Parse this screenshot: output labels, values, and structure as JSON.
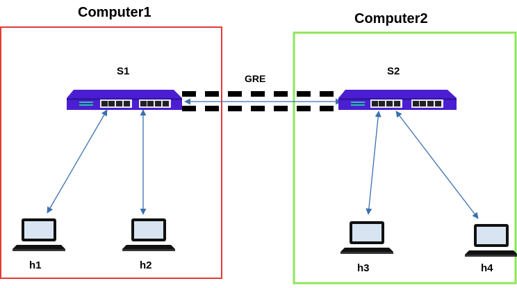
{
  "groups": [
    {
      "id": "computer1",
      "title": "Computer1",
      "border_color": "#e53935"
    },
    {
      "id": "computer2",
      "title": "Computer2",
      "border_color": "#8ee65a"
    }
  ],
  "switches": [
    {
      "id": "s1",
      "label": "S1",
      "color": "#4b1fd1"
    },
    {
      "id": "s2",
      "label": "S2",
      "color": "#4b1fd1"
    }
  ],
  "tunnel": {
    "label": "GRE",
    "from": "s1",
    "to": "s2"
  },
  "hosts": [
    {
      "id": "h1",
      "label": "h1",
      "switch": "s1"
    },
    {
      "id": "h2",
      "label": "h2",
      "switch": "s1"
    },
    {
      "id": "h3",
      "label": "h3",
      "switch": "s2"
    },
    {
      "id": "h4",
      "label": "h4",
      "switch": "s2"
    }
  ],
  "colors": {
    "link": "#3a6fb0",
    "laptop_body": "#111111",
    "laptop_screen": "#d8e4f1"
  }
}
